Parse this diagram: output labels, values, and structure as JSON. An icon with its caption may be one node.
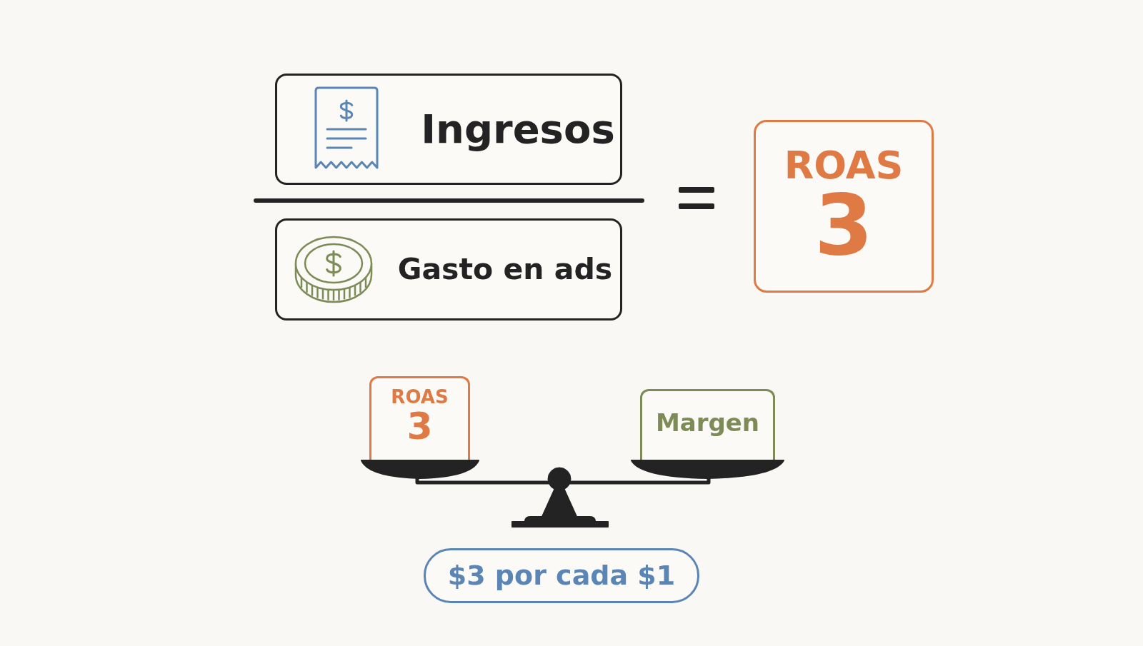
{
  "diagram": {
    "nodes": [
      {
        "text": [
          "Ingresos"
        ]
      },
      {
        "text": [
          "Gasto en ads"
        ]
      },
      {
        "text": [
          "ROAS",
          "3"
        ]
      },
      {
        "text": [
          "ROAS",
          "3"
        ]
      },
      {
        "text": [
          "Margen"
        ]
      },
      {
        "text": [
          "$3 por cada $1"
        ]
      }
    ]
  }
}
